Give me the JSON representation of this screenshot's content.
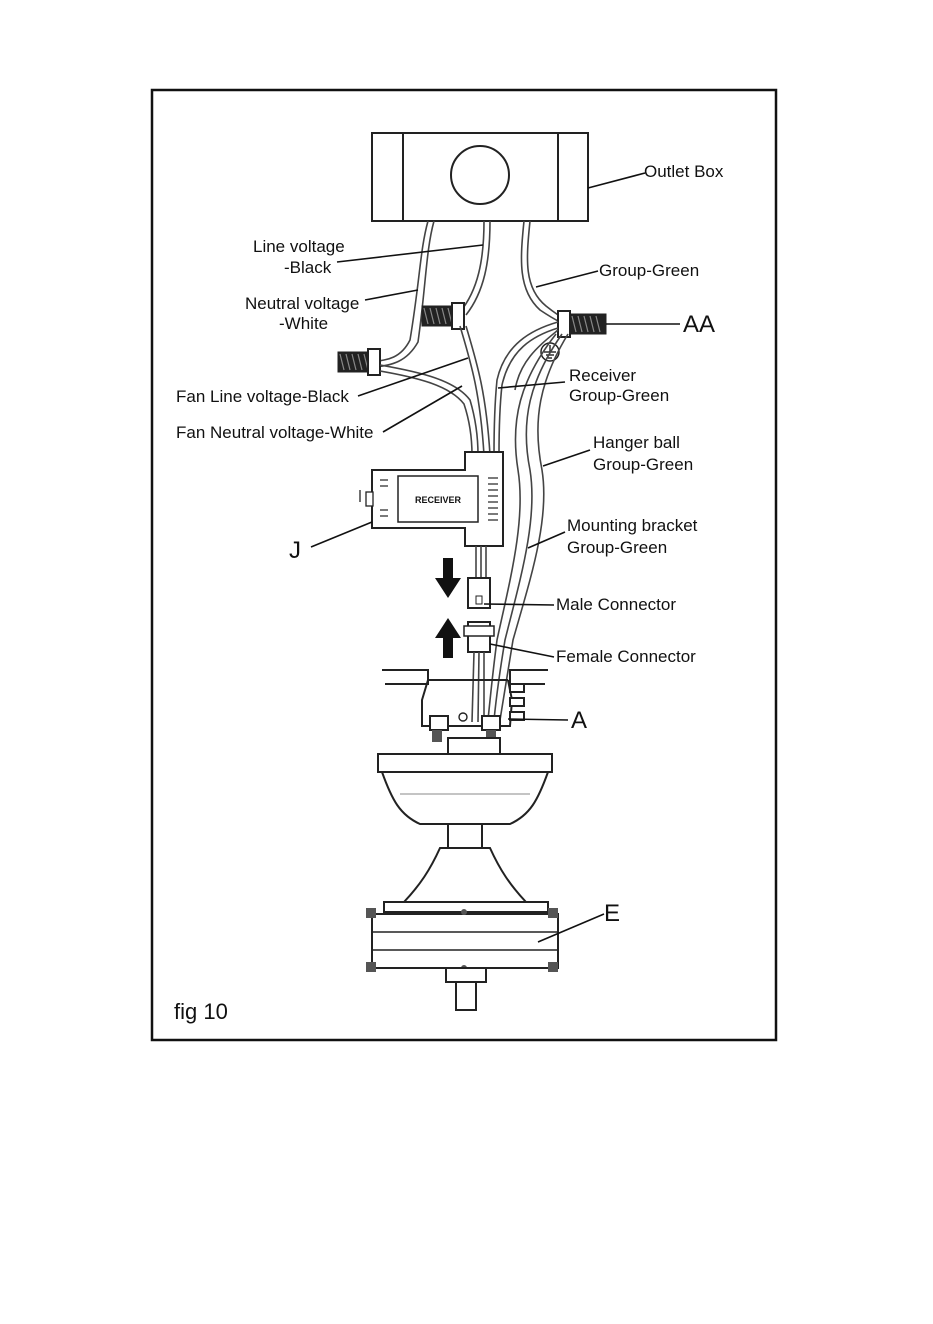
{
  "figure": {
    "caption": "fig 10",
    "labels": {
      "outlet_box": "Outlet Box",
      "line_voltage_1": "Line voltage",
      "line_voltage_2": "-Black",
      "group_green": "Group-Green",
      "neutral_voltage_1": "Neutral voltage",
      "neutral_voltage_2": "-White",
      "aa": "AA",
      "receiver_1": "Receiver",
      "receiver_2": "Group-Green",
      "fan_line": "Fan Line voltage-Black",
      "fan_neutral": "Fan Neutral voltage-White",
      "hanger_1": "Hanger ball",
      "hanger_2": "Group-Green",
      "mounting_1": "Mounting bracket",
      "mounting_2": "Group-Green",
      "j": "J",
      "male": "Male Connector",
      "female": "Female Connector",
      "a": "A",
      "e": "E",
      "receiver_text": "RECEIVER"
    }
  }
}
